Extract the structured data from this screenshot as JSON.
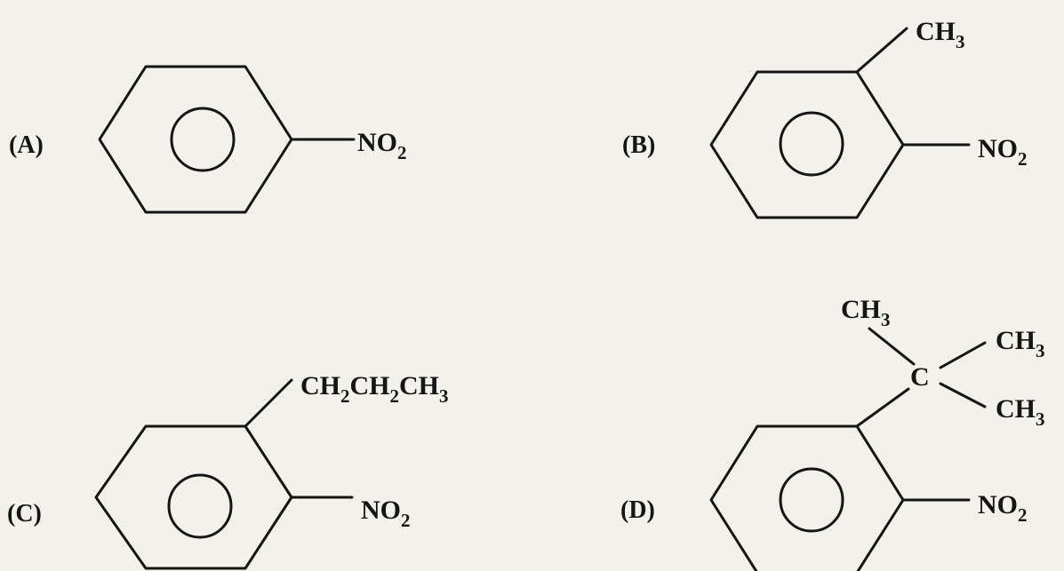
{
  "options": [
    {
      "id": "A",
      "label": "(A)",
      "substituents": {
        "nitro": {
          "main": "NO",
          "sub": "2"
        }
      }
    },
    {
      "id": "B",
      "label": "(B)",
      "substituents": {
        "methyl": {
          "main": "CH",
          "sub": "3"
        },
        "nitro": {
          "main": "NO",
          "sub": "2"
        }
      }
    },
    {
      "id": "C",
      "label": "(C)",
      "substituents": {
        "propyl": {
          "p1": "CH",
          "s1": "2",
          "p2": "CH",
          "s2": "2",
          "p3": "CH",
          "s3": "3"
        },
        "nitro": {
          "main": "NO",
          "sub": "2"
        }
      }
    },
    {
      "id": "D",
      "label": "(D)",
      "substituents": {
        "central_carbon": "C",
        "methyl_top": {
          "main": "CH",
          "sub": "3"
        },
        "methyl_right_upper": {
          "main": "CH",
          "sub": "3"
        },
        "methyl_right_lower": {
          "main": "CH",
          "sub": "3"
        },
        "nitro": {
          "main": "NO",
          "sub": "2"
        }
      }
    }
  ]
}
